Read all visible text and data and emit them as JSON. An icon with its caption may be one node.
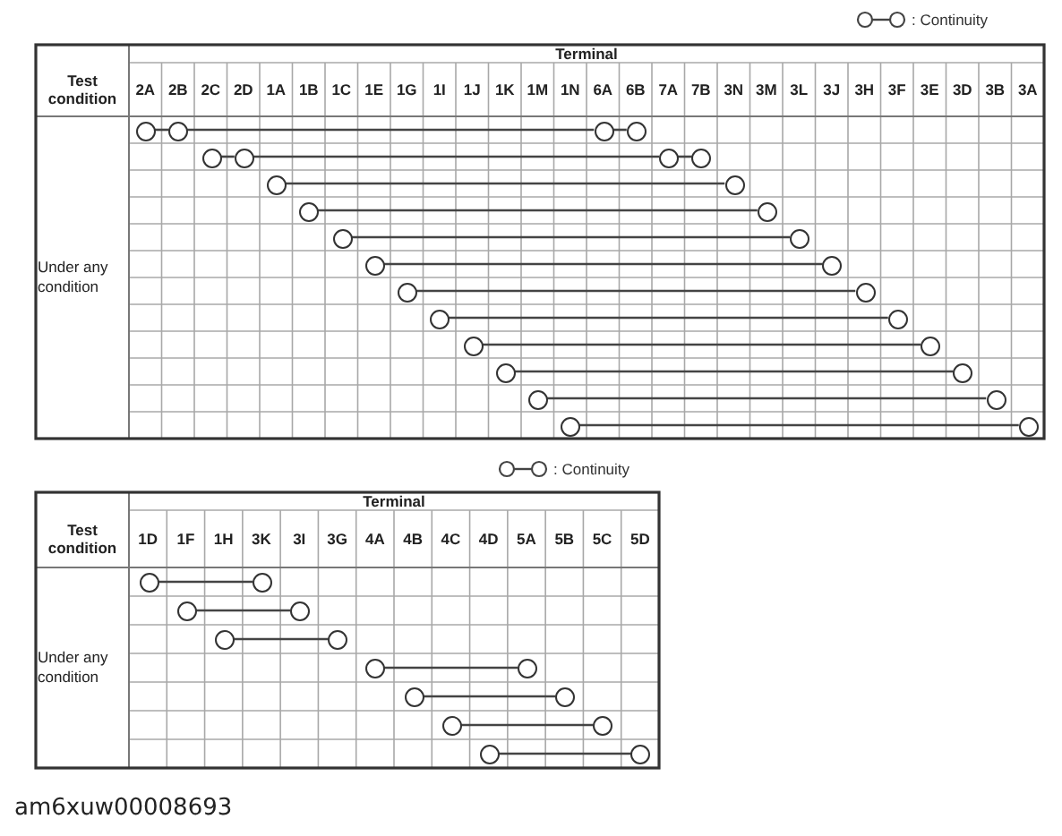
{
  "diagram": {
    "nodes": [
      {
        "text": [],
        "shape": "circle"
      },
      {
        "text": [],
        "shape": "circle"
      },
      {
        "text": [],
        "shape": "circle"
      },
      {
        "text": [],
        "shape": "circle"
      },
      {
        "text": [],
        "shape": "circle"
      },
      {
        "text": [],
        "shape": "circle"
      },
      {
        "text": [],
        "shape": "circle"
      },
      {
        "text": [],
        "shape": "circle"
      },
      {
        "text": [],
        "shape": "circle"
      },
      {
        "text": [],
        "shape": "circle"
      },
      {
        "text": [],
        "shape": "circle"
      },
      {
        "text": [],
        "shape": "circle"
      },
      {
        "text": [],
        "shape": "circle"
      },
      {
        "text": [],
        "shape": "circle"
      },
      {
        "text": [],
        "shape": "circle"
      },
      {
        "text": [],
        "shape": "circle"
      },
      {
        "text": [],
        "shape": "circle"
      },
      {
        "text": [],
        "shape": "circle"
      },
      {
        "text": [],
        "shape": "circle"
      },
      {
        "text": [],
        "shape": "circle"
      },
      {
        "text": [],
        "shape": "circle"
      },
      {
        "text": [],
        "shape": "circle"
      },
      {
        "text": [],
        "shape": "circle"
      },
      {
        "text": [],
        "shape": "circle"
      },
      {
        "text": [],
        "shape": "circle"
      },
      {
        "text": [],
        "shape": "circle"
      },
      {
        "text": [],
        "shape": "circle"
      },
      {
        "text": [],
        "shape": "circle"
      },
      {
        "text": [],
        "shape": "circle"
      },
      {
        "text": [],
        "shape": "circle"
      },
      {
        "text": [],
        "shape": "circle"
      },
      {
        "text": [],
        "shape": "circle"
      },
      {
        "text": [],
        "shape": "circle"
      },
      {
        "text": [],
        "shape": "circle"
      },
      {
        "text": [],
        "shape": "circle"
      },
      {
        "text": [],
        "shape": "circle"
      },
      {
        "text": [],
        "shape": "circle"
      },
      {
        "text": [],
        "shape": "circle"
      },
      {
        "text": [],
        "shape": "circle"
      },
      {
        "text": [],
        "shape": "circle"
      },
      {
        "text": [],
        "shape": "circle"
      },
      {
        "text": [],
        "shape": "circle"
      }
    ],
    "edges": [
      {
        "from": 0,
        "to": 1,
        "arrow": "none"
      },
      {
        "from": 1,
        "to": 2,
        "arrow": "none"
      },
      {
        "from": 2,
        "to": 3,
        "arrow": "none"
      },
      {
        "from": 4,
        "to": 5,
        "arrow": "none"
      },
      {
        "from": 5,
        "to": 6,
        "arrow": "none"
      },
      {
        "from": 6,
        "to": 7,
        "arrow": "none"
      },
      {
        "from": 8,
        "to": 9,
        "arrow": "none"
      },
      {
        "from": 10,
        "to": 11,
        "arrow": "none"
      },
      {
        "from": 12,
        "to": 13,
        "arrow": "none"
      },
      {
        "from": 14,
        "to": 15,
        "arrow": "none"
      },
      {
        "from": 16,
        "to": 17,
        "arrow": "none"
      },
      {
        "from": 18,
        "to": 19,
        "arrow": "none"
      },
      {
        "from": 20,
        "to": 21,
        "arrow": "none"
      },
      {
        "from": 22,
        "to": 23,
        "arrow": "none"
      },
      {
        "from": 24,
        "to": 25,
        "arrow": "none"
      },
      {
        "from": 26,
        "to": 27,
        "arrow": "none"
      },
      {
        "from": 28,
        "to": 29,
        "arrow": "none"
      },
      {
        "from": 30,
        "to": 31,
        "arrow": "none"
      },
      {
        "from": 32,
        "to": 33,
        "arrow": "none"
      },
      {
        "from": 34,
        "to": 35,
        "arrow": "none"
      },
      {
        "from": 36,
        "to": 37,
        "arrow": "none"
      },
      {
        "from": 38,
        "to": 39,
        "arrow": "none"
      },
      {
        "from": 40,
        "to": 41,
        "arrow": "none"
      }
    ],
    "labels": [
      "Test condition",
      "Terminal",
      "2A",
      "2B",
      "2C",
      "2D",
      "1A",
      "1B",
      "1C",
      "1E",
      "1G",
      "1I",
      "1J",
      "1K",
      "1M",
      "1N",
      "6A",
      "6B",
      "7A",
      "7B",
      "3N",
      "3M",
      "3L",
      "3J",
      "3H",
      "3F",
      "3E",
      "3D",
      "3B",
      "3A",
      "Under any condition",
      "Test condition",
      "Terminal",
      "1D",
      "1F",
      "1H",
      "3K",
      "3I",
      "3G",
      "4A",
      "4B",
      "4C",
      "4D",
      "5A",
      "5B",
      "5C",
      "5D",
      "Under any condition",
      "am6xuw00008693"
    ],
    "legend": [
      {
        "text": ": Continuity"
      },
      {
        "text": ": Continuity"
      }
    ]
  }
}
